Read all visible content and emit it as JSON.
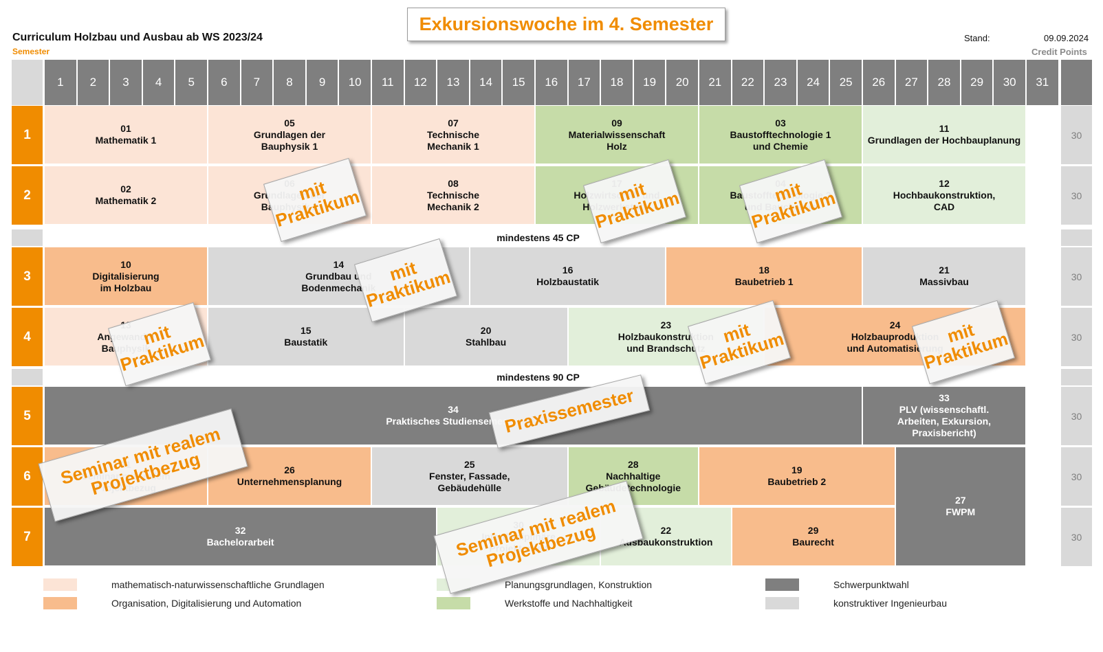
{
  "header": {
    "title": "Curriculum Holzbau und Ausbau ab WS 2023/24",
    "semester_label": "Semester",
    "stand_label": "Stand:",
    "stand_date": "09.09.2024",
    "credit_points_label": "Credit Points",
    "banner": "Exkursionswoche im 4. Semester"
  },
  "columns": [
    "1",
    "2",
    "3",
    "4",
    "5",
    "6",
    "7",
    "8",
    "9",
    "10",
    "11",
    "12",
    "13",
    "14",
    "15",
    "16",
    "17",
    "18",
    "19",
    "20",
    "21",
    "22",
    "23",
    "24",
    "25",
    "26",
    "27",
    "28",
    "29",
    "30",
    "31"
  ],
  "colors": {
    "math": "#fce4d6",
    "org": "#f8bc8c",
    "plan": "#e2efda",
    "werk": "#c6dca8",
    "schwerpunkt": "#7f7f7f",
    "konstruktiv": "#d9d9d9",
    "accent": "#f08c00"
  },
  "semesters": [
    {
      "label": "1",
      "credits": "30"
    },
    {
      "label": "2",
      "credits": "30"
    },
    {
      "label": "3",
      "credits": "30"
    },
    {
      "label": "4",
      "credits": "30"
    },
    {
      "label": "5",
      "credits": "30"
    },
    {
      "label": "6",
      "credits": "30"
    },
    {
      "label": "7",
      "credits": "30"
    }
  ],
  "minimums": [
    "mindestens 45 CP",
    "mindestens 90 CP"
  ],
  "modules": [
    {
      "num": "01",
      "name": "Mathematik 1",
      "category": "math"
    },
    {
      "num": "05",
      "name": "Grundlagen der\nBauphysik 1",
      "category": "math"
    },
    {
      "num": "07",
      "name": "Technische\nMechanik 1",
      "category": "math"
    },
    {
      "num": "09",
      "name": "Materialwissenschaft\nHolz",
      "category": "werk"
    },
    {
      "num": "03",
      "name": "Baustofftechnologie 1\nund Chemie",
      "category": "werk"
    },
    {
      "num": "11",
      "name": "Grundlagen der Hochbauplanung",
      "category": "plan"
    },
    {
      "num": "02",
      "name": "Mathematik 2",
      "category": "math"
    },
    {
      "num": "06",
      "name": "Grundlagen der\nBauphysik 2",
      "category": "math"
    },
    {
      "num": "08",
      "name": "Technische\nMechanik 2",
      "category": "math"
    },
    {
      "num": "17",
      "name": "Holzwirtschaft und\nHolzwerkstoffe",
      "category": "werk"
    },
    {
      "num": "04",
      "name": "Baustofftechnologie 2\nund Bauchemie",
      "category": "werk"
    },
    {
      "num": "12",
      "name": "Hochbaukonstruktion,\nCAD",
      "category": "plan"
    },
    {
      "num": "10",
      "name": "Digitalisierung\nim Holzbau",
      "category": "org"
    },
    {
      "num": "14",
      "name": "Grundbau und\nBodenmechanik",
      "category": "konstruktiv"
    },
    {
      "num": "16",
      "name": "Holzbaustatik",
      "category": "konstruktiv"
    },
    {
      "num": "18",
      "name": "Baubetrieb 1",
      "category": "org"
    },
    {
      "num": "21",
      "name": "Massivbau",
      "category": "konstruktiv"
    },
    {
      "num": "13",
      "name": "Angewandte\nBauphysik",
      "category": "math"
    },
    {
      "num": "15",
      "name": "Baustatik",
      "category": "konstruktiv"
    },
    {
      "num": "20",
      "name": "Stahlbau",
      "category": "konstruktiv"
    },
    {
      "num": "23",
      "name": "Holzbaukonstruktion\nund Brandschutz",
      "category": "plan"
    },
    {
      "num": "24",
      "name": "Holzbauproduktion\nund Automatisierung",
      "category": "org"
    },
    {
      "num": "34",
      "name": "Praktisches Studiensemester",
      "category": "schwerpunkt"
    },
    {
      "num": "33",
      "name": "PLV (wissenschaftl.\nArbeiten, Exkursion,\nPraxisbericht)",
      "category": "schwerpunkt"
    },
    {
      "num": "31",
      "name": "Seminar mit realem\nProjektbezug",
      "category": "org"
    },
    {
      "num": "26",
      "name": "Unternehmensplanung",
      "category": "org"
    },
    {
      "num": "25",
      "name": "Fenster, Fassade,\nGebäudehülle",
      "category": "konstruktiv"
    },
    {
      "num": "28",
      "name": "Nachhaltige\nGebäudetechnologie",
      "category": "werk"
    },
    {
      "num": "19",
      "name": "Baubetrieb 2",
      "category": "org"
    },
    {
      "num": "27",
      "name": "FWPM",
      "category": "schwerpunkt"
    },
    {
      "num": "32",
      "name": "Bachelorarbeit",
      "category": "schwerpunkt"
    },
    {
      "num": "30",
      "name": "Interdisziplinäre\nProjektarbeit",
      "category": "plan"
    },
    {
      "num": "22",
      "name": "Ausbaukonstruktion",
      "category": "plan"
    },
    {
      "num": "29",
      "name": "Baurecht",
      "category": "org"
    }
  ],
  "notes": [
    {
      "line1": "mit",
      "line2": "Praktikum"
    },
    {
      "line1": "mit",
      "line2": "Praktikum"
    },
    {
      "line1": "mit",
      "line2": "Praktikum"
    },
    {
      "line1": "mit",
      "line2": "Praktikum"
    },
    {
      "line1": "mit",
      "line2": "Praktikum"
    },
    {
      "line1": "mit",
      "line2": "Praktikum"
    },
    {
      "line1": "mit",
      "line2": "Praktikum"
    },
    {
      "line1": "Praxissemester",
      "line2": ""
    },
    {
      "line1": "Seminar mit realem",
      "line2": "Projektbezug"
    },
    {
      "line1": "Seminar mit realem",
      "line2": "Projektbezug"
    }
  ],
  "legend": [
    {
      "label": "mathematisch-naturwissenschaftliche Grundlagen",
      "category": "math"
    },
    {
      "label": "Organisation, Digitalisierung und Automation",
      "category": "org"
    },
    {
      "label": "Planungsgrundlagen, Konstruktion",
      "category": "plan"
    },
    {
      "label": "Werkstoffe und Nachhaltigkeit",
      "category": "werk"
    },
    {
      "label": "Schwerpunktwahl",
      "category": "schwerpunkt"
    },
    {
      "label": "konstruktiver Ingenieurbau",
      "category": "konstruktiv"
    }
  ]
}
